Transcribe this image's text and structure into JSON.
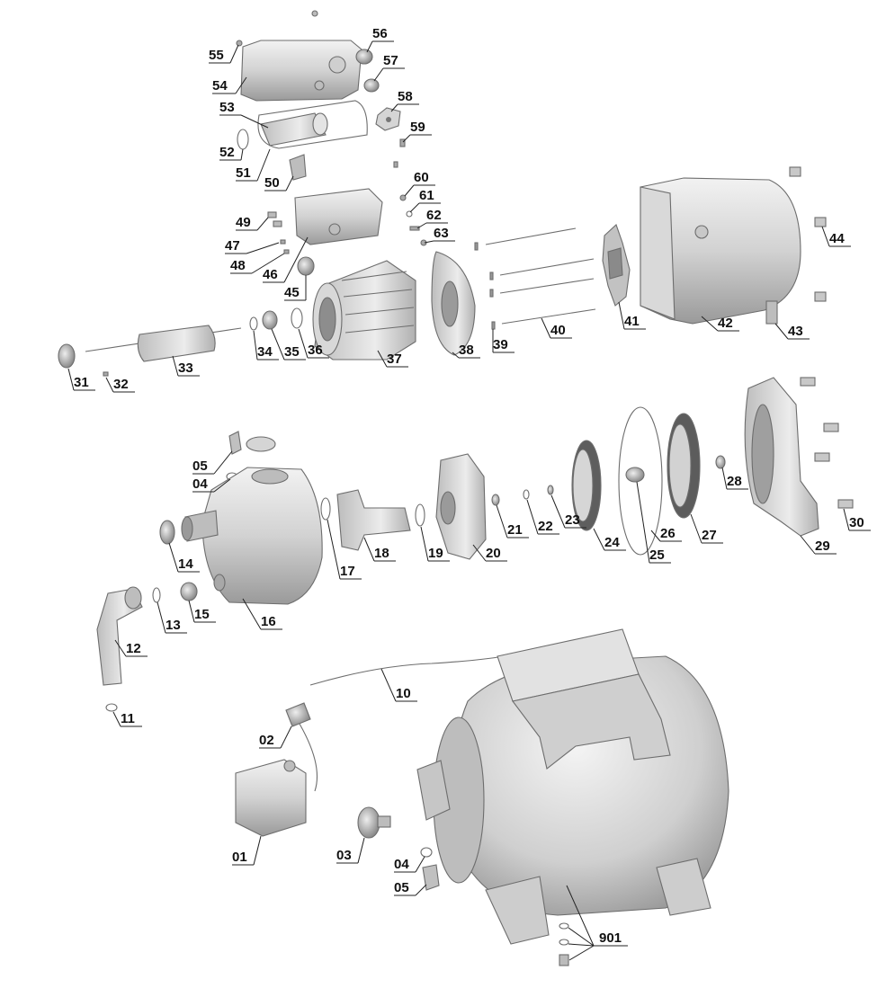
{
  "diagram": {
    "type": "exploded-parts-view",
    "callouts": [
      "01",
      "02",
      "03",
      "04",
      "05",
      "10",
      "11",
      "12",
      "13",
      "14",
      "15",
      "16",
      "17",
      "18",
      "19",
      "20",
      "21",
      "22",
      "23",
      "24",
      "25",
      "26",
      "27",
      "28",
      "29",
      "30",
      "31",
      "32",
      "33",
      "34",
      "35",
      "36",
      "37",
      "38",
      "39",
      "40",
      "41",
      "42",
      "43",
      "44",
      "45",
      "46",
      "47",
      "48",
      "49",
      "50",
      "51",
      "52",
      "53",
      "54",
      "55",
      "56",
      "57",
      "58",
      "59",
      "60",
      "61",
      "62",
      "63",
      "901"
    ]
  },
  "colors": {
    "background": "#ffffff",
    "part_light": "#e6e6e6",
    "part_mid": "#c8c8c8",
    "part_dark": "#8c8c8c",
    "line": "#222222"
  }
}
